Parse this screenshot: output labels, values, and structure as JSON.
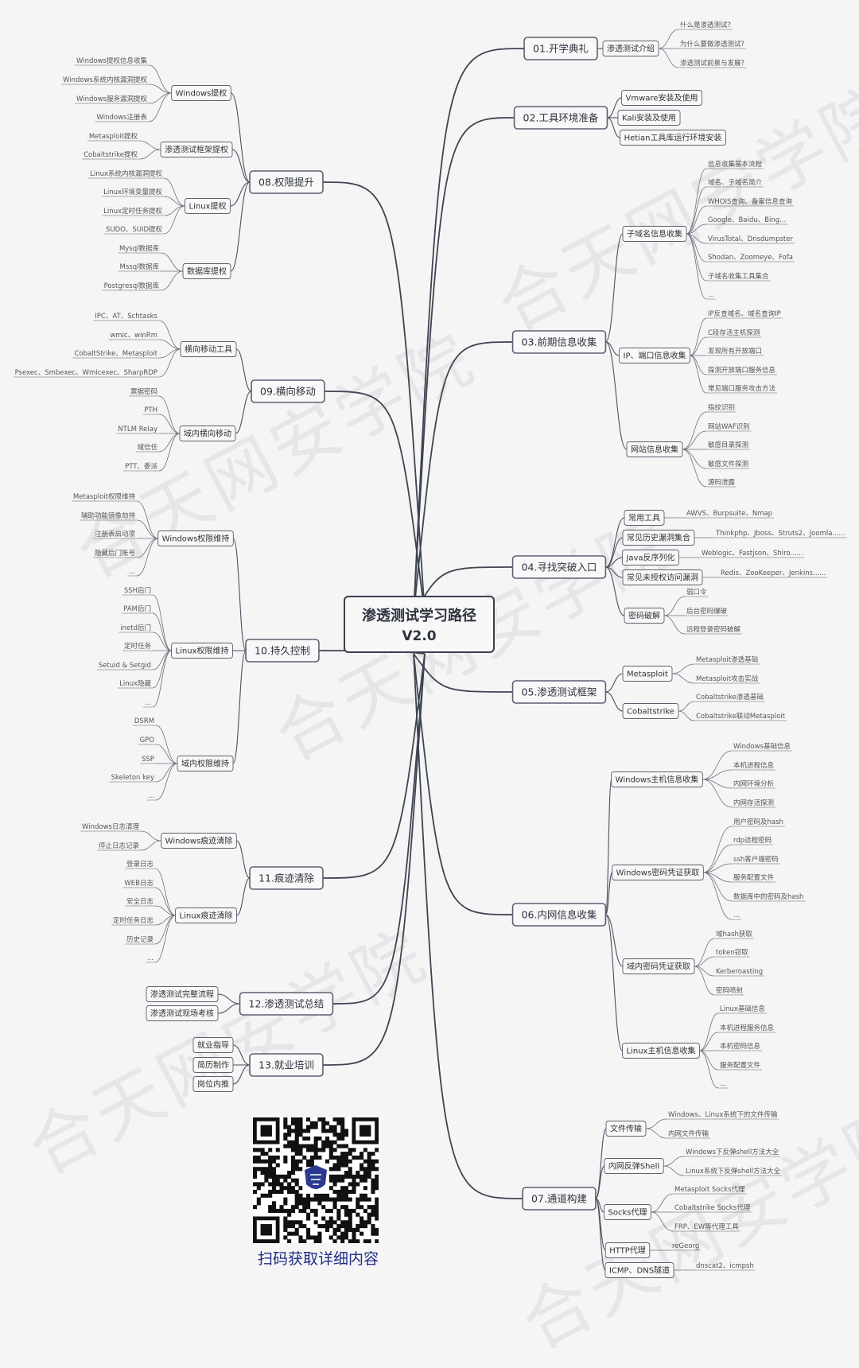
{
  "watermark": "合天网安学院",
  "root": {
    "title": "渗透测试学习路径",
    "version": "V2.0"
  },
  "qr_caption": "扫码获取详细内容",
  "branches": {
    "b01": {
      "label": "01.开学典礼",
      "children": [
        {
          "label": "渗透测试介绍",
          "children": [
            "什么是渗透测试?",
            "为什么要做渗透测试?",
            "渗透测试前景与发展?"
          ]
        }
      ]
    },
    "b02": {
      "label": "02.工具环境准备",
      "children": [
        {
          "label": "Vmware安装及使用",
          "children": []
        },
        {
          "label": "Kali安装及使用",
          "children": []
        },
        {
          "label": "Hetian工具库运行环境安装",
          "children": []
        }
      ]
    },
    "b03": {
      "label": "03.前期信息收集",
      "children": [
        {
          "label": "子域名信息收集",
          "children": [
            "信息收集基本流程",
            "域名、子域名简介",
            "WHOIS查询、备案信息查询",
            "Google、Baidu、Bing...",
            "VirusTotal、Dnsdumpster",
            "Shodan、Zoomeye、Fofa",
            "子域名收集工具集合",
            "..."
          ]
        },
        {
          "label": "IP、端口信息收集",
          "children": [
            "IP反查域名、域名查询IP",
            "C段存活主机探测",
            "发现所有开放端口",
            "探测开放端口服务信息",
            "常见端口服务攻击方法"
          ]
        },
        {
          "label": "网站信息收集",
          "children": [
            "指纹识别",
            "网站WAF识别",
            "敏感目录探测",
            "敏感文件探测",
            "源码泄露"
          ]
        }
      ]
    },
    "b04": {
      "label": "04.寻找突破入口",
      "children": [
        {
          "label": "常用工具",
          "children": [
            "AWVS、Burpsuite、Nmap"
          ]
        },
        {
          "label": "常见历史漏洞集合",
          "children": [
            "Thinkphp、Jboss、Struts2、Joomla......"
          ]
        },
        {
          "label": "Java反序列化",
          "children": [
            "Weblogic、Fastjson、Shiro......"
          ]
        },
        {
          "label": "常见未授权访问漏洞",
          "children": [
            "Redis、ZooKeeper、Jenkins......"
          ]
        },
        {
          "label": "密码破解",
          "children": [
            "弱口令",
            "后台密码爆破",
            "远程登录密码破解"
          ]
        }
      ]
    },
    "b05": {
      "label": "05.渗透测试框架",
      "children": [
        {
          "label": "Metasploit",
          "children": [
            "Metasploit渗透基础",
            "Metasploit攻击实战"
          ]
        },
        {
          "label": "Cobaltstrike",
          "children": [
            "Cobaltstrike渗透基础",
            "Cobaltstrike联动Metasploit"
          ]
        }
      ]
    },
    "b06": {
      "label": "06.内网信息收集",
      "children": [
        {
          "label": "Windows主机信息收集",
          "children": [
            "Windows基础信息",
            "本机进程信息",
            "内网环境分析",
            "内网存活探测"
          ]
        },
        {
          "label": "Windows密码凭证获取",
          "children": [
            "用户密码及hash",
            "rdp远程密码",
            "ssh客户端密码",
            "服务配置文件",
            "数据库中的密码及hash",
            "..."
          ]
        },
        {
          "label": "域内密码凭证获取",
          "children": [
            "域hash获取",
            "token窃取",
            "Kerberoasting",
            "密码喷射"
          ]
        },
        {
          "label": "Linux主机信息收集",
          "children": [
            "Linux基础信息",
            "本机进程服务信息",
            "本机密码信息",
            "服务配置文件",
            "..."
          ]
        }
      ]
    },
    "b07": {
      "label": "07.通道构建",
      "children": [
        {
          "label": "文件传输",
          "children": [
            "Windows、Linux系统下的文件传输",
            "内网文件传输"
          ]
        },
        {
          "label": "内网反弹Shell",
          "children": [
            "Windows下反弹shell方法大全",
            "Linux系统下反弹shell方法大全"
          ]
        },
        {
          "label": "Socks代理",
          "children": [
            "Metasploit Socks代理",
            "Cobaltstrike Socks代理",
            "FRP、EW等代理工具"
          ]
        },
        {
          "label": "HTTP代理",
          "children": [
            "reGeorg"
          ]
        },
        {
          "label": "ICMP、DNS隧道",
          "children": [
            "dnscat2、icmpsh"
          ]
        }
      ]
    },
    "b08": {
      "label": "08.权限提升",
      "children": [
        {
          "label": "Windows提权",
          "children": [
            "Windows提权信息收集",
            "Windows系统内核漏洞提权",
            "Windows服务漏洞提权",
            "Windows注册表"
          ]
        },
        {
          "label": "渗透测试框架提权",
          "children": [
            "Metasploit提权",
            "Cobaltstrike提权"
          ]
        },
        {
          "label": "Linux提权",
          "children": [
            "Linux系统内核漏洞提权",
            "Linux环境变量提权",
            "Linux定时任务提权",
            "SUDO、SUID提权"
          ]
        },
        {
          "label": "数据库提权",
          "children": [
            "Mysql数据库",
            "Mssql数据库",
            "Postgresql数据库"
          ]
        }
      ]
    },
    "b09": {
      "label": "09.横向移动",
      "children": [
        {
          "label": "横向移动工具",
          "children": [
            "IPC、AT、Schtasks",
            "wmic、winRm",
            "CobaltStrike、Metasploit",
            "Psexec、Smbexec、Wmicexec、SharpRDP"
          ]
        },
        {
          "label": "域内横向移动",
          "children": [
            "票据密码",
            "PTH",
            "NTLM Relay",
            "域信任",
            "PTT、委派"
          ]
        }
      ]
    },
    "b10": {
      "label": "10.持久控制",
      "children": [
        {
          "label": "Windows权限维持",
          "children": [
            "Metasploit权限维持",
            "辅助功能镜像劫持",
            "注册表启动项",
            "隐藏后门账号",
            "..."
          ]
        },
        {
          "label": "Linux权限维持",
          "children": [
            "SSH后门",
            "PAM后门",
            "inetd后门",
            "定时任务",
            "Setuid & Setgid",
            "Linux隐藏",
            "..."
          ]
        },
        {
          "label": "域内权限维持",
          "children": [
            "DSRM",
            "GPO",
            "SSP",
            "Skeleton key",
            "..."
          ]
        }
      ]
    },
    "b11": {
      "label": "11.痕迹清除",
      "children": [
        {
          "label": "Windows痕迹清除",
          "children": [
            "Windows日志清理",
            "停止日志记录"
          ]
        },
        {
          "label": "Linux痕迹清除",
          "children": [
            "登录日志",
            "WEB日志",
            "安全日志",
            "定时任务日志",
            "历史记录",
            "..."
          ]
        }
      ]
    },
    "b12": {
      "label": "12.渗透测试总结",
      "children": [
        {
          "label": "渗透测试完整流程",
          "children": []
        },
        {
          "label": "渗透测试现场考核",
          "children": []
        }
      ]
    },
    "b13": {
      "label": "13.就业培训",
      "children": [
        {
          "label": "就业指导",
          "children": []
        },
        {
          "label": "简历制作",
          "children": []
        },
        {
          "label": "岗位内推",
          "children": []
        }
      ]
    }
  }
}
